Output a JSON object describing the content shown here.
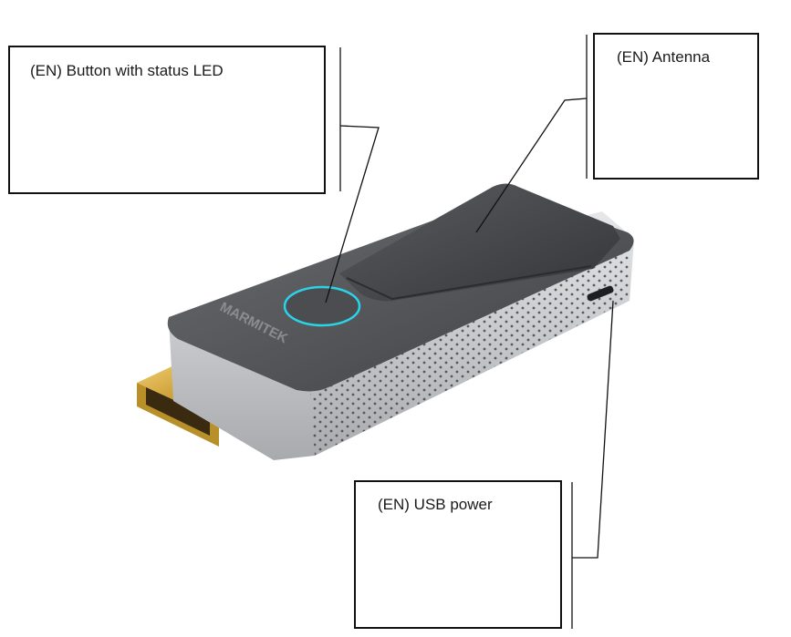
{
  "callouts": {
    "button": {
      "label": "(EN) Button with status LED"
    },
    "antenna": {
      "label": "(EN) Antenna"
    },
    "usb": {
      "label": "(EN) USB power"
    }
  },
  "device": {
    "brand": "MARMITEK",
    "colors": {
      "body_top": "#5b5d60",
      "body_side": "#c7c9cc",
      "led_ring": "#2bd3e6",
      "connector": "#c9a23b"
    }
  }
}
